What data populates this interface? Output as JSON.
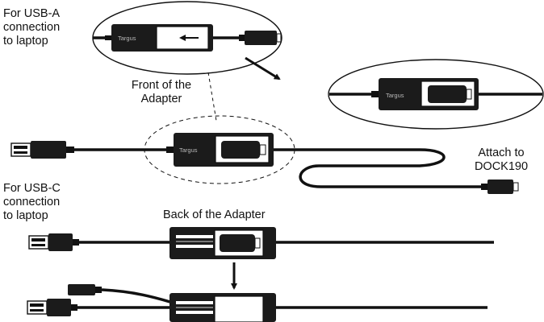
{
  "labels": {
    "usb_a": [
      "For USB-A",
      "connection",
      "to laptop"
    ],
    "front": [
      "Front of the",
      "Adapter"
    ],
    "attach": [
      "Attach to",
      "DOCK190"
    ],
    "usb_c": [
      "For USB-C",
      "connection",
      "to laptop"
    ],
    "back": "Back of the Adapter"
  },
  "brand": "Targus",
  "colors": {
    "cable": "#111111",
    "body": "#1b1b1b",
    "label_text": "#111111",
    "background": "#ffffff"
  }
}
